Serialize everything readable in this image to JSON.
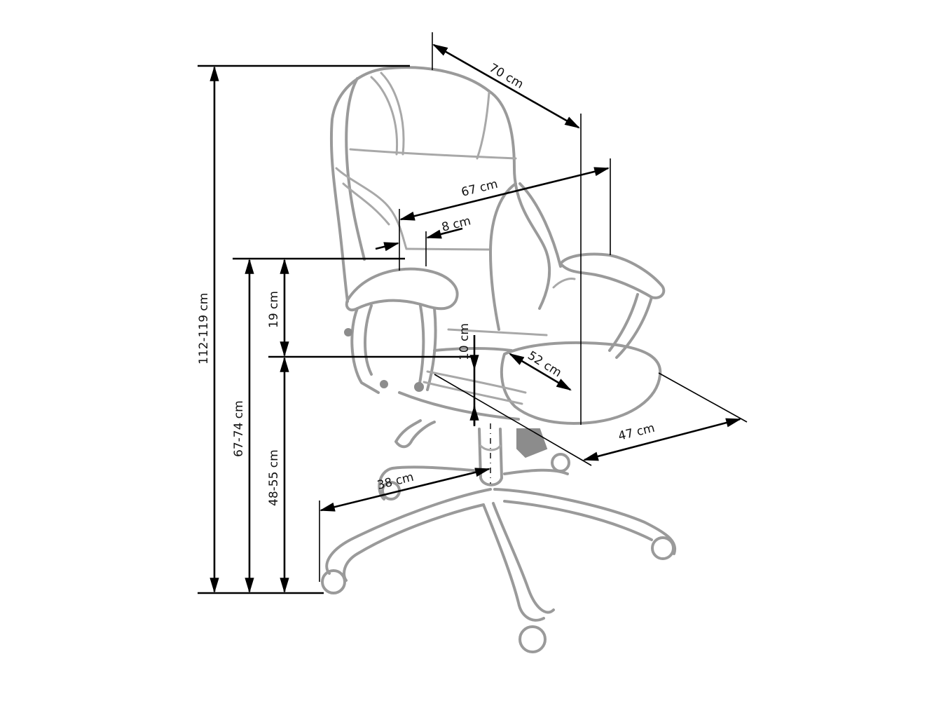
{
  "diagram": {
    "subject": "Office chair with dimensions",
    "unit": "cm",
    "colors": {
      "dimension_lines": "#000000",
      "chair_outline": "#9a9a9a",
      "background": "#ffffff"
    },
    "dimensions": {
      "depth_overall": {
        "label": "70 cm",
        "value": 70
      },
      "width_overall": {
        "label": "67 cm",
        "value": 67
      },
      "armrest_width": {
        "label": "8 cm",
        "value": 8
      },
      "armrest_height_above_seat": {
        "label": "19 cm",
        "value": 19
      },
      "seat_thickness": {
        "label": "10 cm",
        "value": 10
      },
      "seat_depth": {
        "label": "52 cm",
        "value": 52
      },
      "seat_width": {
        "label": "47 cm",
        "value": 47
      },
      "base_radius": {
        "label": "38 cm",
        "value": 38
      },
      "total_height": {
        "label": "112-119 cm",
        "min": 112,
        "max": 119
      },
      "armrest_height": {
        "label": "67-74 cm",
        "min": 67,
        "max": 74
      },
      "seat_height": {
        "label": "48-55 cm",
        "min": 48,
        "max": 55
      }
    }
  }
}
